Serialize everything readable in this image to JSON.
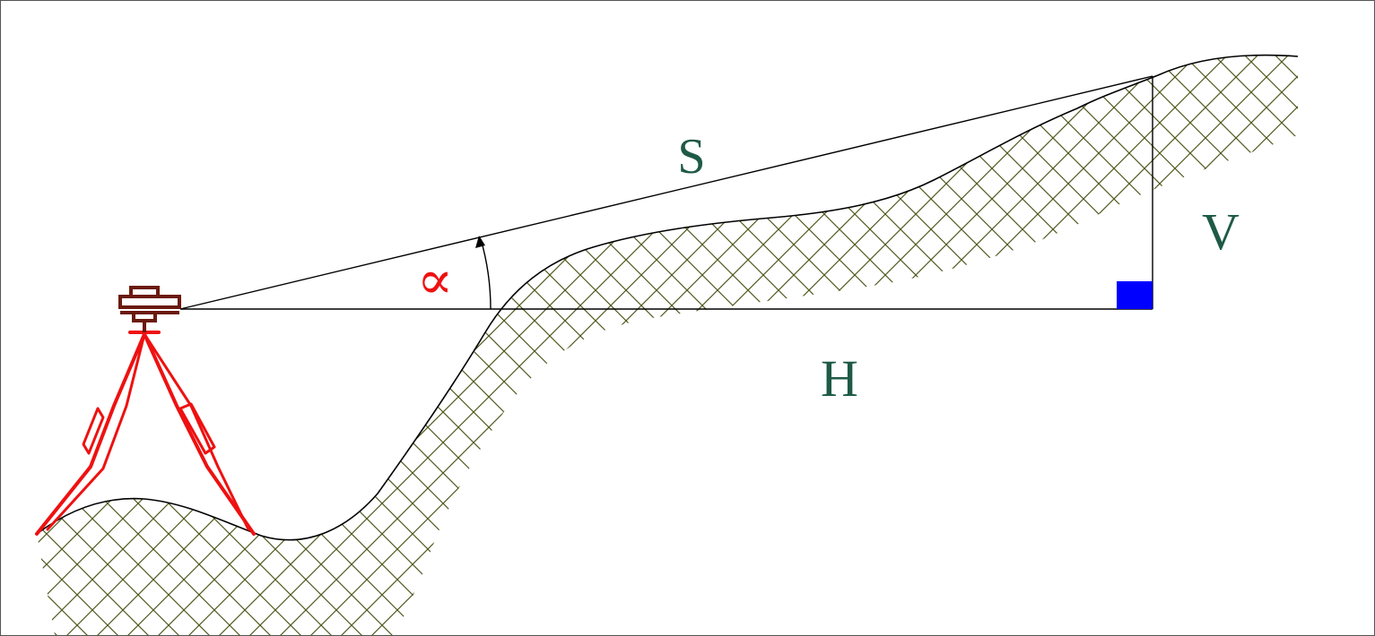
{
  "labels": {
    "slope": "S",
    "vertical": "V",
    "horizontal": "H",
    "angle": "∝"
  },
  "colors": {
    "label": "#1e5a46",
    "angle_symbol": "#ee1111",
    "tripod": "#ee1111",
    "instrument": "#6b1a0e",
    "right_angle_marker": "#0000ff",
    "terrain_hatch": "#4f5a1e",
    "lines": "#000000"
  },
  "icons": {
    "instrument": "total-station-on-tripod",
    "right_angle": "right-angle-square"
  }
}
